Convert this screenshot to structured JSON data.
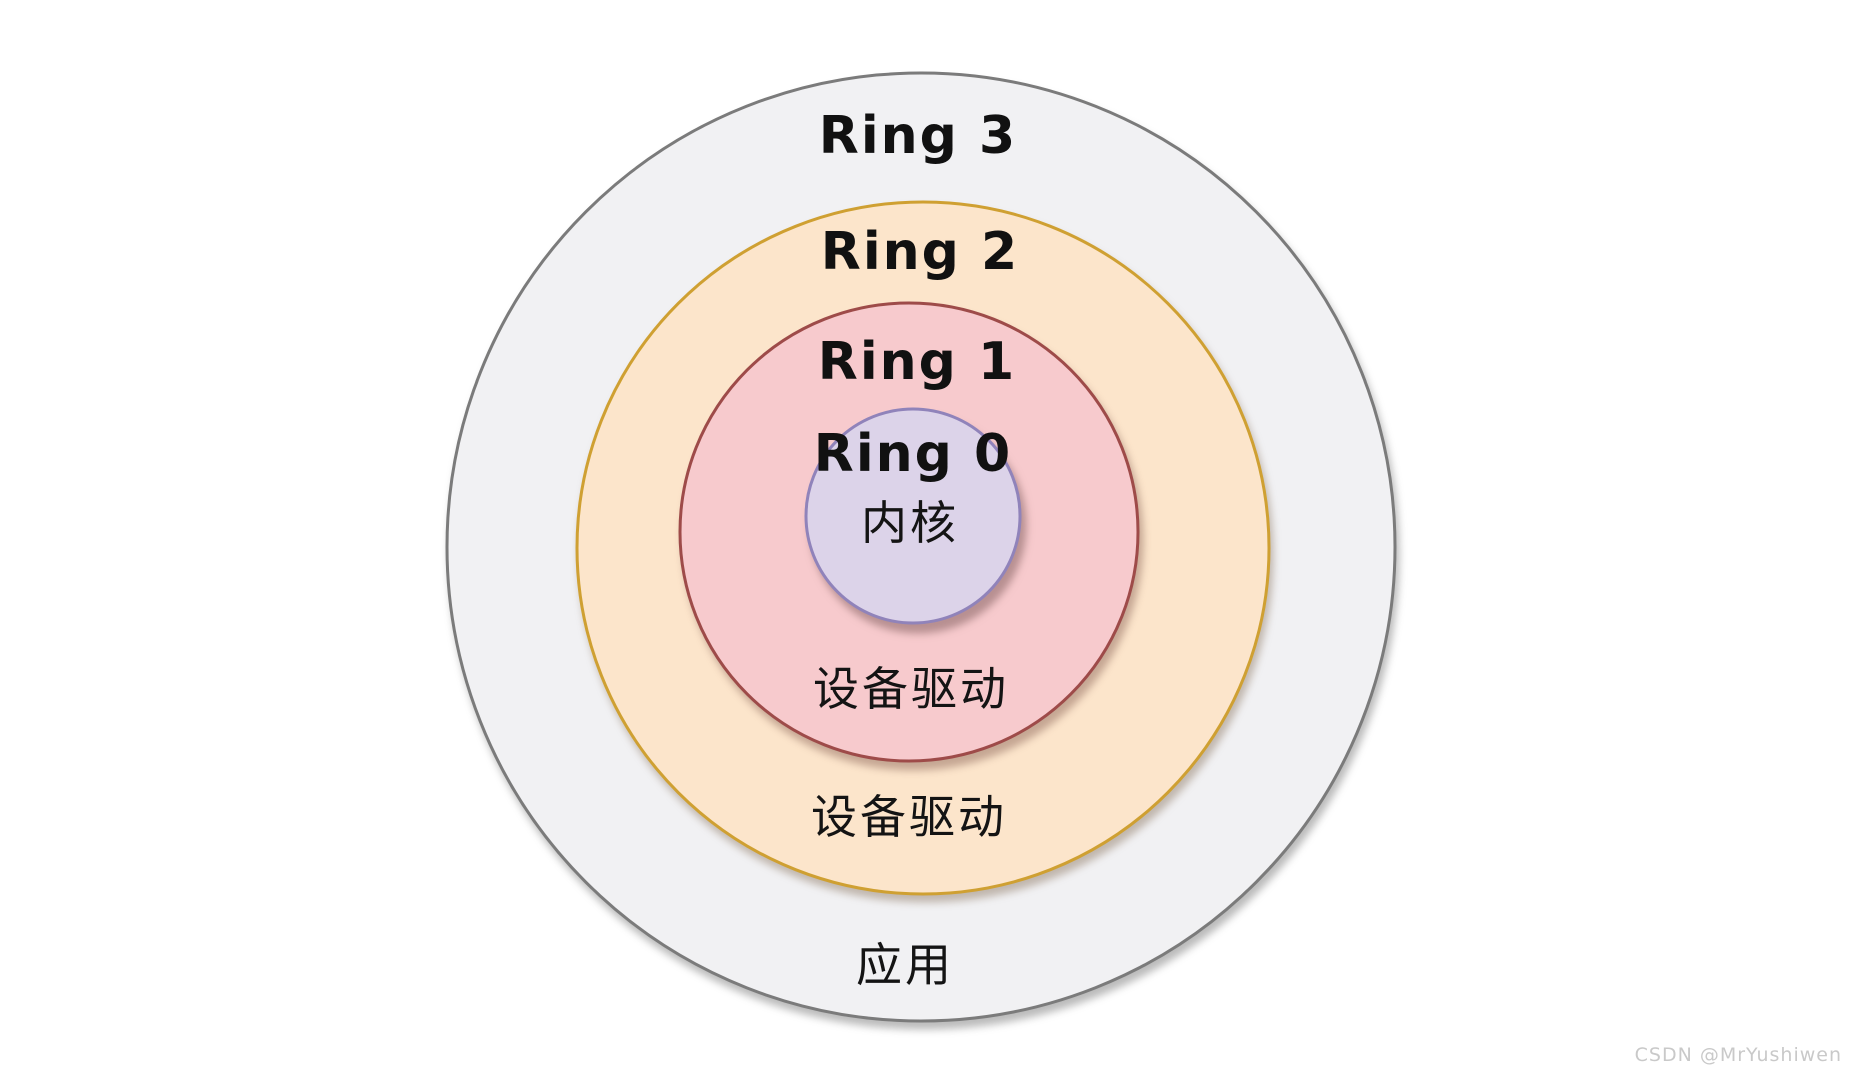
{
  "diagram": {
    "rings": [
      {
        "id": "ring-3",
        "label": "Ring 3",
        "sublabel": "应用",
        "fill": "#f1f1f3",
        "stroke": "#7b7b7b"
      },
      {
        "id": "ring-2",
        "label": "Ring 2",
        "sublabel": "设备驱动",
        "fill": "#fce5cb",
        "stroke": "#cfa032"
      },
      {
        "id": "ring-1",
        "label": "Ring 1",
        "sublabel": "设备驱动",
        "fill": "#f7cacd",
        "stroke": "#9e4b49"
      },
      {
        "id": "ring-0",
        "label": "Ring 0",
        "sublabel": "内核",
        "fill": "#dcd3e9",
        "stroke": "#9083ba"
      }
    ],
    "watermark": "CSDN @MrYushiwen"
  }
}
